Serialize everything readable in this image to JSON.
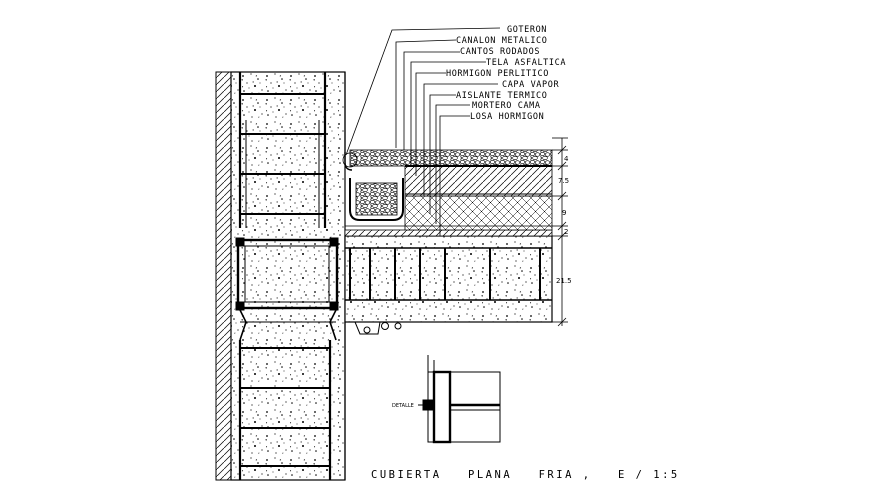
{
  "title": "CUBIERTA   PLANA   FRIA ,   E / 1:5",
  "layer_labels": [
    "GOTERON",
    "CANALON   METALICO",
    "CANTOS   RODADOS",
    "TELA   ASFALTICA",
    "HORMIGON   PERLITICO",
    "CAPA   VAPOR",
    "AISLANTE   TERMICO",
    "MORTERO   CAMA",
    "LOSA   HORMIGON"
  ],
  "dimensions": [
    "4",
    "7.5",
    "9",
    "2",
    "21.5"
  ],
  "detail_label": "DETALLE",
  "colors": {
    "line": "#000000",
    "background": "#ffffff"
  }
}
